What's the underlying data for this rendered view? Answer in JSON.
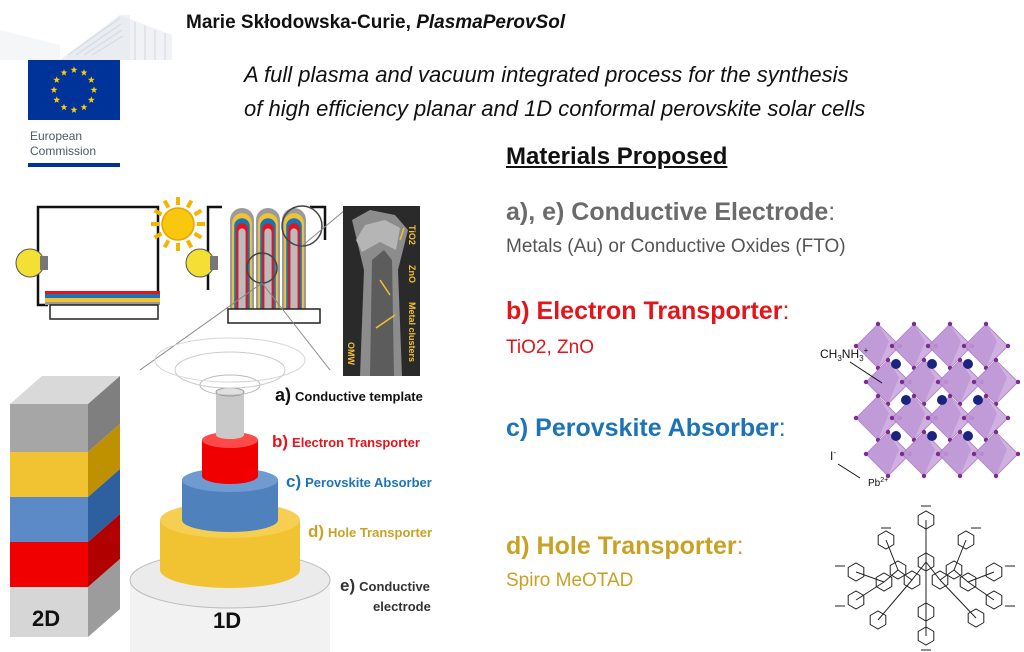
{
  "header": {
    "program": "Marie Skłodowska-Curie,",
    "project": "PlasmaPerovSol",
    "subtitle_line1": "A full plasma and vacuum integrated process for the synthesis",
    "subtitle_line2": "of high efficiency planar and 1D conformal perovskite solar cells"
  },
  "logo": {
    "line1": "European",
    "line2": "Commission"
  },
  "materials": {
    "heading": "Materials Proposed",
    "items": [
      {
        "head": "a), e) Conductive Electrode",
        "colon": ":",
        "desc": "Metals (Au) or Conductive Oxides (FTO)",
        "color": "#6b6b6b"
      },
      {
        "head": "b) Electron Transporter",
        "colon": ":",
        "desc": "TiO2, ZnO",
        "color": "#e3141a"
      },
      {
        "head": "c) Perovskite Absorber",
        "colon": ":",
        "desc": "",
        "color": "#1c74b8"
      },
      {
        "head": "d) Hole Transporter",
        "colon": ":",
        "desc": "Spiro MeOTAD",
        "color": "#c9a225"
      }
    ]
  },
  "diagram": {
    "label_2d": "2D",
    "label_1d": "1D",
    "layers": [
      {
        "letter": "a)",
        "name": "Conductive template",
        "color": "#111111"
      },
      {
        "letter": "b)",
        "name": "Electron Transporter",
        "color": "#e3141a"
      },
      {
        "letter": "c)",
        "name": "Perovskite Absorber",
        "color": "#1c74b8"
      },
      {
        "letter": "d)",
        "name": "Hole Transporter",
        "color": "#c9a225"
      },
      {
        "letter": "e)",
        "name": "Conductive",
        "name2": "electrode",
        "color": "#333333"
      }
    ],
    "micrograph_labels": [
      "TiO2",
      "ZnO",
      "Metal clusters",
      "OMW"
    ],
    "crystal_labels": {
      "cation": "CH3NH3+",
      "anion": "I-",
      "metal": "Pb2+"
    }
  },
  "colors": {
    "eu_blue": "#003399",
    "eu_star": "#ffcc00",
    "grey": "#6b6b6b",
    "red": "#e3141a",
    "blue": "#1c74b8",
    "gold": "#c9a225"
  }
}
